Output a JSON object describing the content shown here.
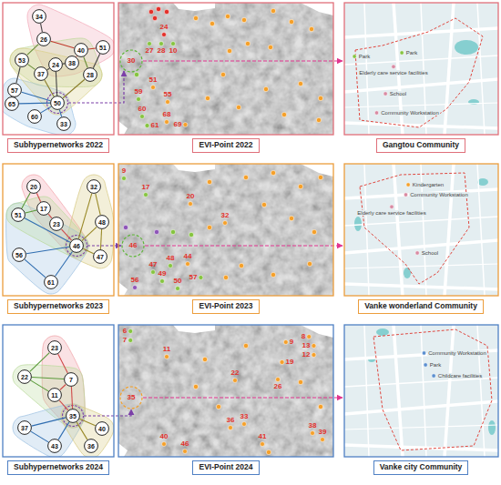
{
  "diagram": {
    "nodes": [
      {
        "text": [
          "34"
        ]
      },
      {
        "text": [
          "26"
        ]
      },
      {
        "text": [
          "40"
        ]
      },
      {
        "text": [
          "51"
        ]
      },
      {
        "text": [
          "53"
        ]
      },
      {
        "text": [
          "24"
        ]
      },
      {
        "text": [
          "38"
        ]
      },
      {
        "text": [
          "37"
        ]
      },
      {
        "text": [
          "28"
        ]
      },
      {
        "text": [
          "57"
        ]
      },
      {
        "text": [
          "65"
        ]
      },
      {
        "text": [
          "50"
        ]
      },
      {
        "text": [
          "60"
        ]
      },
      {
        "text": [
          "33"
        ]
      },
      {
        "text": [
          "Subhypernetworks 2022"
        ]
      },
      {
        "text": [
          "EVI-Point 2022"
        ]
      },
      {
        "text": [
          "Gangtou Community"
        ]
      },
      {
        "text": [
          "20"
        ]
      },
      {
        "text": [
          "32"
        ]
      },
      {
        "text": [
          "51"
        ]
      },
      {
        "text": [
          "17"
        ]
      },
      {
        "text": [
          "23"
        ]
      },
      {
        "text": [
          "48"
        ]
      },
      {
        "text": [
          "46"
        ]
      },
      {
        "text": [
          "56"
        ]
      },
      {
        "text": [
          "47"
        ]
      },
      {
        "text": [
          "61"
        ]
      },
      {
        "text": [
          "Subhypernetworks 2023"
        ]
      },
      {
        "text": [
          "EVI-Point 2023"
        ]
      },
      {
        "text": [
          "Vanke wonderland Community"
        ]
      },
      {
        "text": [
          "23"
        ]
      },
      {
        "text": [
          "7"
        ]
      },
      {
        "text": [
          "22"
        ]
      },
      {
        "text": [
          "11"
        ]
      },
      {
        "text": [
          "37"
        ]
      },
      {
        "text": [
          "35"
        ]
      },
      {
        "text": [
          "40"
        ]
      },
      {
        "text": [
          "43"
        ]
      },
      {
        "text": [
          "36"
        ]
      },
      {
        "text": [
          "Subhypernetworks 2024"
        ]
      },
      {
        "text": [
          "EVI-Point 2024"
        ]
      },
      {
        "text": [
          "Vanke city Community"
        ]
      }
    ],
    "edges": [
      {
        "from": 0,
        "to": 1,
        "arrow": "none"
      },
      {
        "from": 1,
        "to": 2,
        "arrow": "none"
      },
      {
        "from": 2,
        "to": 3,
        "arrow": "none"
      },
      {
        "from": 1,
        "to": 4,
        "arrow": "none"
      },
      {
        "from": 4,
        "to": 7,
        "arrow": "none"
      },
      {
        "from": 7,
        "to": 5,
        "arrow": "none"
      },
      {
        "from": 5,
        "to": 6,
        "arrow": "none"
      },
      {
        "from": 6,
        "to": 2,
        "arrow": "none"
      },
      {
        "from": 2,
        "to": 8,
        "arrow": "none"
      },
      {
        "from": 8,
        "to": 11,
        "arrow": "none"
      },
      {
        "from": 5,
        "to": 11,
        "arrow": "none"
      },
      {
        "from": 7,
        "to": 11,
        "arrow": "none"
      },
      {
        "from": 9,
        "to": 11,
        "arrow": "none"
      },
      {
        "from": 10,
        "to": 11,
        "arrow": "none"
      },
      {
        "from": 12,
        "to": 11,
        "arrow": "none"
      },
      {
        "from": 13,
        "to": 11,
        "arrow": "none"
      },
      {
        "from": 4,
        "to": 9,
        "arrow": "none"
      },
      {
        "from": 3,
        "to": 8,
        "arrow": "none"
      },
      {
        "from": 17,
        "to": 20,
        "arrow": "none"
      },
      {
        "from": 20,
        "to": 21,
        "arrow": "none"
      },
      {
        "from": 21,
        "to": 23,
        "arrow": "none"
      },
      {
        "from": 18,
        "to": 23,
        "arrow": "none"
      },
      {
        "from": 19,
        "to": 20,
        "arrow": "none"
      },
      {
        "from": 19,
        "to": 23,
        "arrow": "none"
      },
      {
        "from": 22,
        "to": 23,
        "arrow": "none"
      },
      {
        "from": 24,
        "to": 23,
        "arrow": "none"
      },
      {
        "from": 25,
        "to": 23,
        "arrow": "none"
      },
      {
        "from": 26,
        "to": 23,
        "arrow": "none"
      },
      {
        "from": 18,
        "to": 22,
        "arrow": "none"
      },
      {
        "from": 22,
        "to": 25,
        "arrow": "none"
      },
      {
        "from": 24,
        "to": 26,
        "arrow": "none"
      },
      {
        "from": 17,
        "to": 19,
        "arrow": "none"
      },
      {
        "from": 30,
        "to": 31,
        "arrow": "none"
      },
      {
        "from": 30,
        "to": 32,
        "arrow": "none"
      },
      {
        "from": 32,
        "to": 31,
        "arrow": "none"
      },
      {
        "from": 32,
        "to": 33,
        "arrow": "none"
      },
      {
        "from": 31,
        "to": 33,
        "arrow": "none"
      },
      {
        "from": 31,
        "to": 35,
        "arrow": "none"
      },
      {
        "from": 33,
        "to": 35,
        "arrow": "none"
      },
      {
        "from": 34,
        "to": 35,
        "arrow": "none"
      },
      {
        "from": 36,
        "to": 35,
        "arrow": "none"
      },
      {
        "from": 37,
        "to": 35,
        "arrow": "none"
      },
      {
        "from": 38,
        "to": 35,
        "arrow": "none"
      },
      {
        "from": 34,
        "to": 37,
        "arrow": "none"
      }
    ],
    "labels": [
      "24",
      "27",
      "28",
      "10",
      "30",
      "51",
      "59",
      "55",
      "60",
      "61",
      "68",
      "69",
      "Park",
      "Park",
      "Elderly care service facilities",
      "School",
      "Community Workstation",
      "9",
      "17",
      "20",
      "32",
      "46",
      "44",
      "48",
      "47",
      "49",
      "50",
      "56",
      "57",
      "Kindergarten",
      "Community Workstation",
      "Elderly care service facilities",
      "School",
      "6",
      "7",
      "11",
      "22",
      "9",
      "8",
      "13",
      "12",
      "19",
      "26",
      "35",
      "36",
      "33",
      "40",
      "41",
      "46",
      "38",
      "39",
      "Community Workstation",
      "Park",
      "Childcare facilities"
    ]
  }
}
